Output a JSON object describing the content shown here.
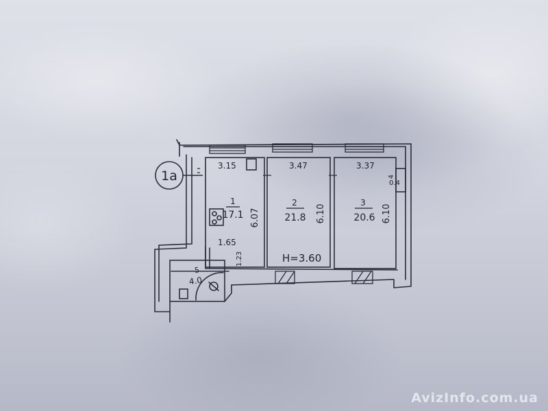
{
  "plan": {
    "apartment_label": "1a",
    "height_note": "H=3.60",
    "rooms": [
      {
        "number": "1",
        "area": "17.1",
        "width": "3.15",
        "length": "6.07"
      },
      {
        "number": "2",
        "area": "21.8",
        "width": "3.47",
        "length": "6.10"
      },
      {
        "number": "3",
        "area": "20.6",
        "width": "3.37",
        "length": "6.10"
      },
      {
        "number": "5",
        "area": "4.0"
      }
    ],
    "extra_dims": {
      "corridor_width": "1.65",
      "corridor_small": "1.23",
      "niche_a": "4",
      "niche_b": "0.4"
    }
  },
  "watermark": "AvizInfo.com.ua"
}
